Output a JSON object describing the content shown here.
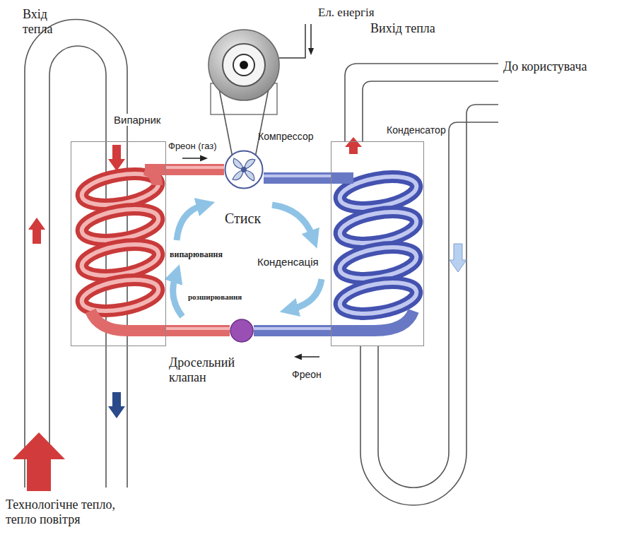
{
  "diagram": {
    "nodes": [
      {
        "text": [
          "Випарник"
        ]
      },
      {
        "text": [
          "Компрессор"
        ]
      },
      {
        "text": [
          "Конденсатор"
        ]
      },
      {
        "text": [
          "Дросельний клапан"
        ]
      }
    ],
    "edges": [
      {
        "from": 0,
        "to": 1,
        "arrow": "none",
        "label": "Фреон (газ)"
      },
      {
        "from": 1,
        "to": 2,
        "arrow": "none"
      },
      {
        "from": 2,
        "to": 3,
        "arrow": "none",
        "label": "Фреон"
      },
      {
        "from": 3,
        "to": 0,
        "arrow": "none"
      }
    ],
    "labels": [
      "Вхід тепла",
      "Ел. енергія",
      "Вихід тепла",
      "До користувача",
      "Стиск",
      "випарювання",
      "Конденсація",
      "розширювання",
      "Технологічне тепло, тепло повітря"
    ]
  }
}
